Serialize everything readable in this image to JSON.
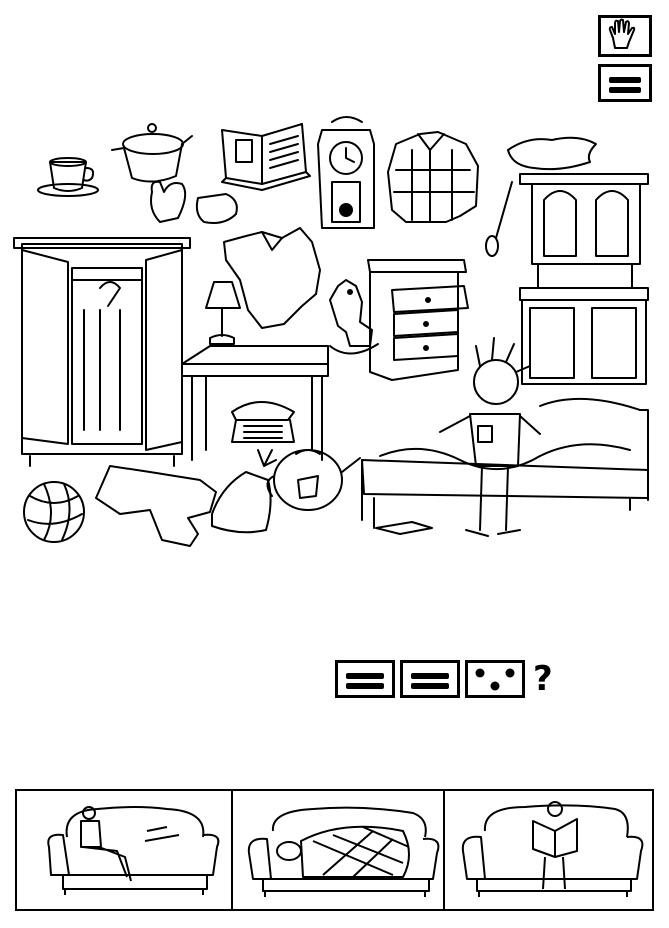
{
  "ui": {
    "ink": "#000000",
    "paper": "#ffffff"
  },
  "top_controls": {
    "hand_icon": "hand-icon",
    "equals_icon": "equals-icon"
  },
  "answer_row": {
    "cards": [
      {
        "icon": "equals-icon"
      },
      {
        "icon": "equals-icon"
      },
      {
        "icon": "three-dots-icon"
      }
    ],
    "question_mark": "?"
  },
  "bottom_options": [
    {
      "scene": "person-sitting-on-sofa"
    },
    {
      "scene": "person-sleeping-on-sofa"
    },
    {
      "scene": "person-reading-newspaper-on-sofa"
    }
  ]
}
